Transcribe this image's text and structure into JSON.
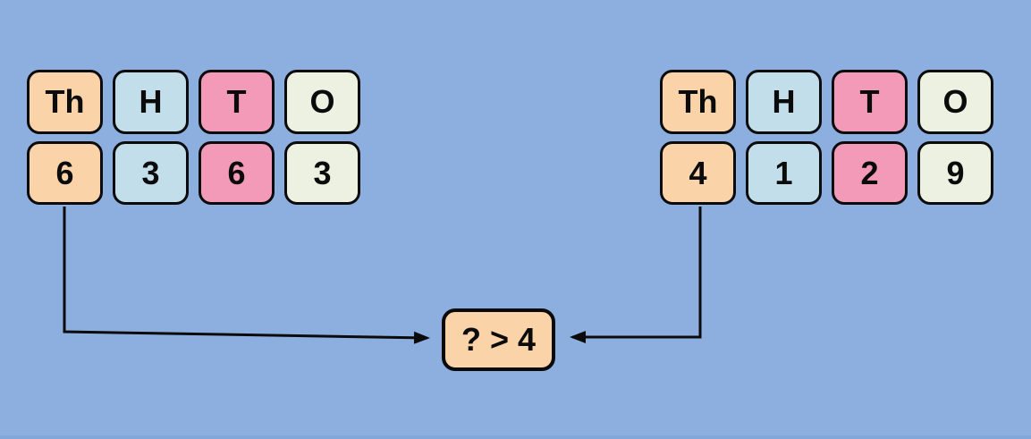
{
  "diagram_type": "place-value-comparison",
  "colors": {
    "background": "#8cafe0",
    "thousands_cell": "#fbd3a9",
    "hundreds_cell": "#c2deea",
    "tens_cell": "#f29ab8",
    "ones_cell": "#edf1e2",
    "border": "#0b0b0b",
    "arrow": "#0b0b0b"
  },
  "left_chart": {
    "headers": [
      "Th",
      "H",
      "T",
      "O"
    ],
    "digits": [
      "6",
      "3",
      "6",
      "3"
    ]
  },
  "right_chart": {
    "headers": [
      "Th",
      "H",
      "T",
      "O"
    ],
    "digits": [
      "4",
      "1",
      "2",
      "9"
    ]
  },
  "comparison": {
    "label": "? > 4"
  }
}
